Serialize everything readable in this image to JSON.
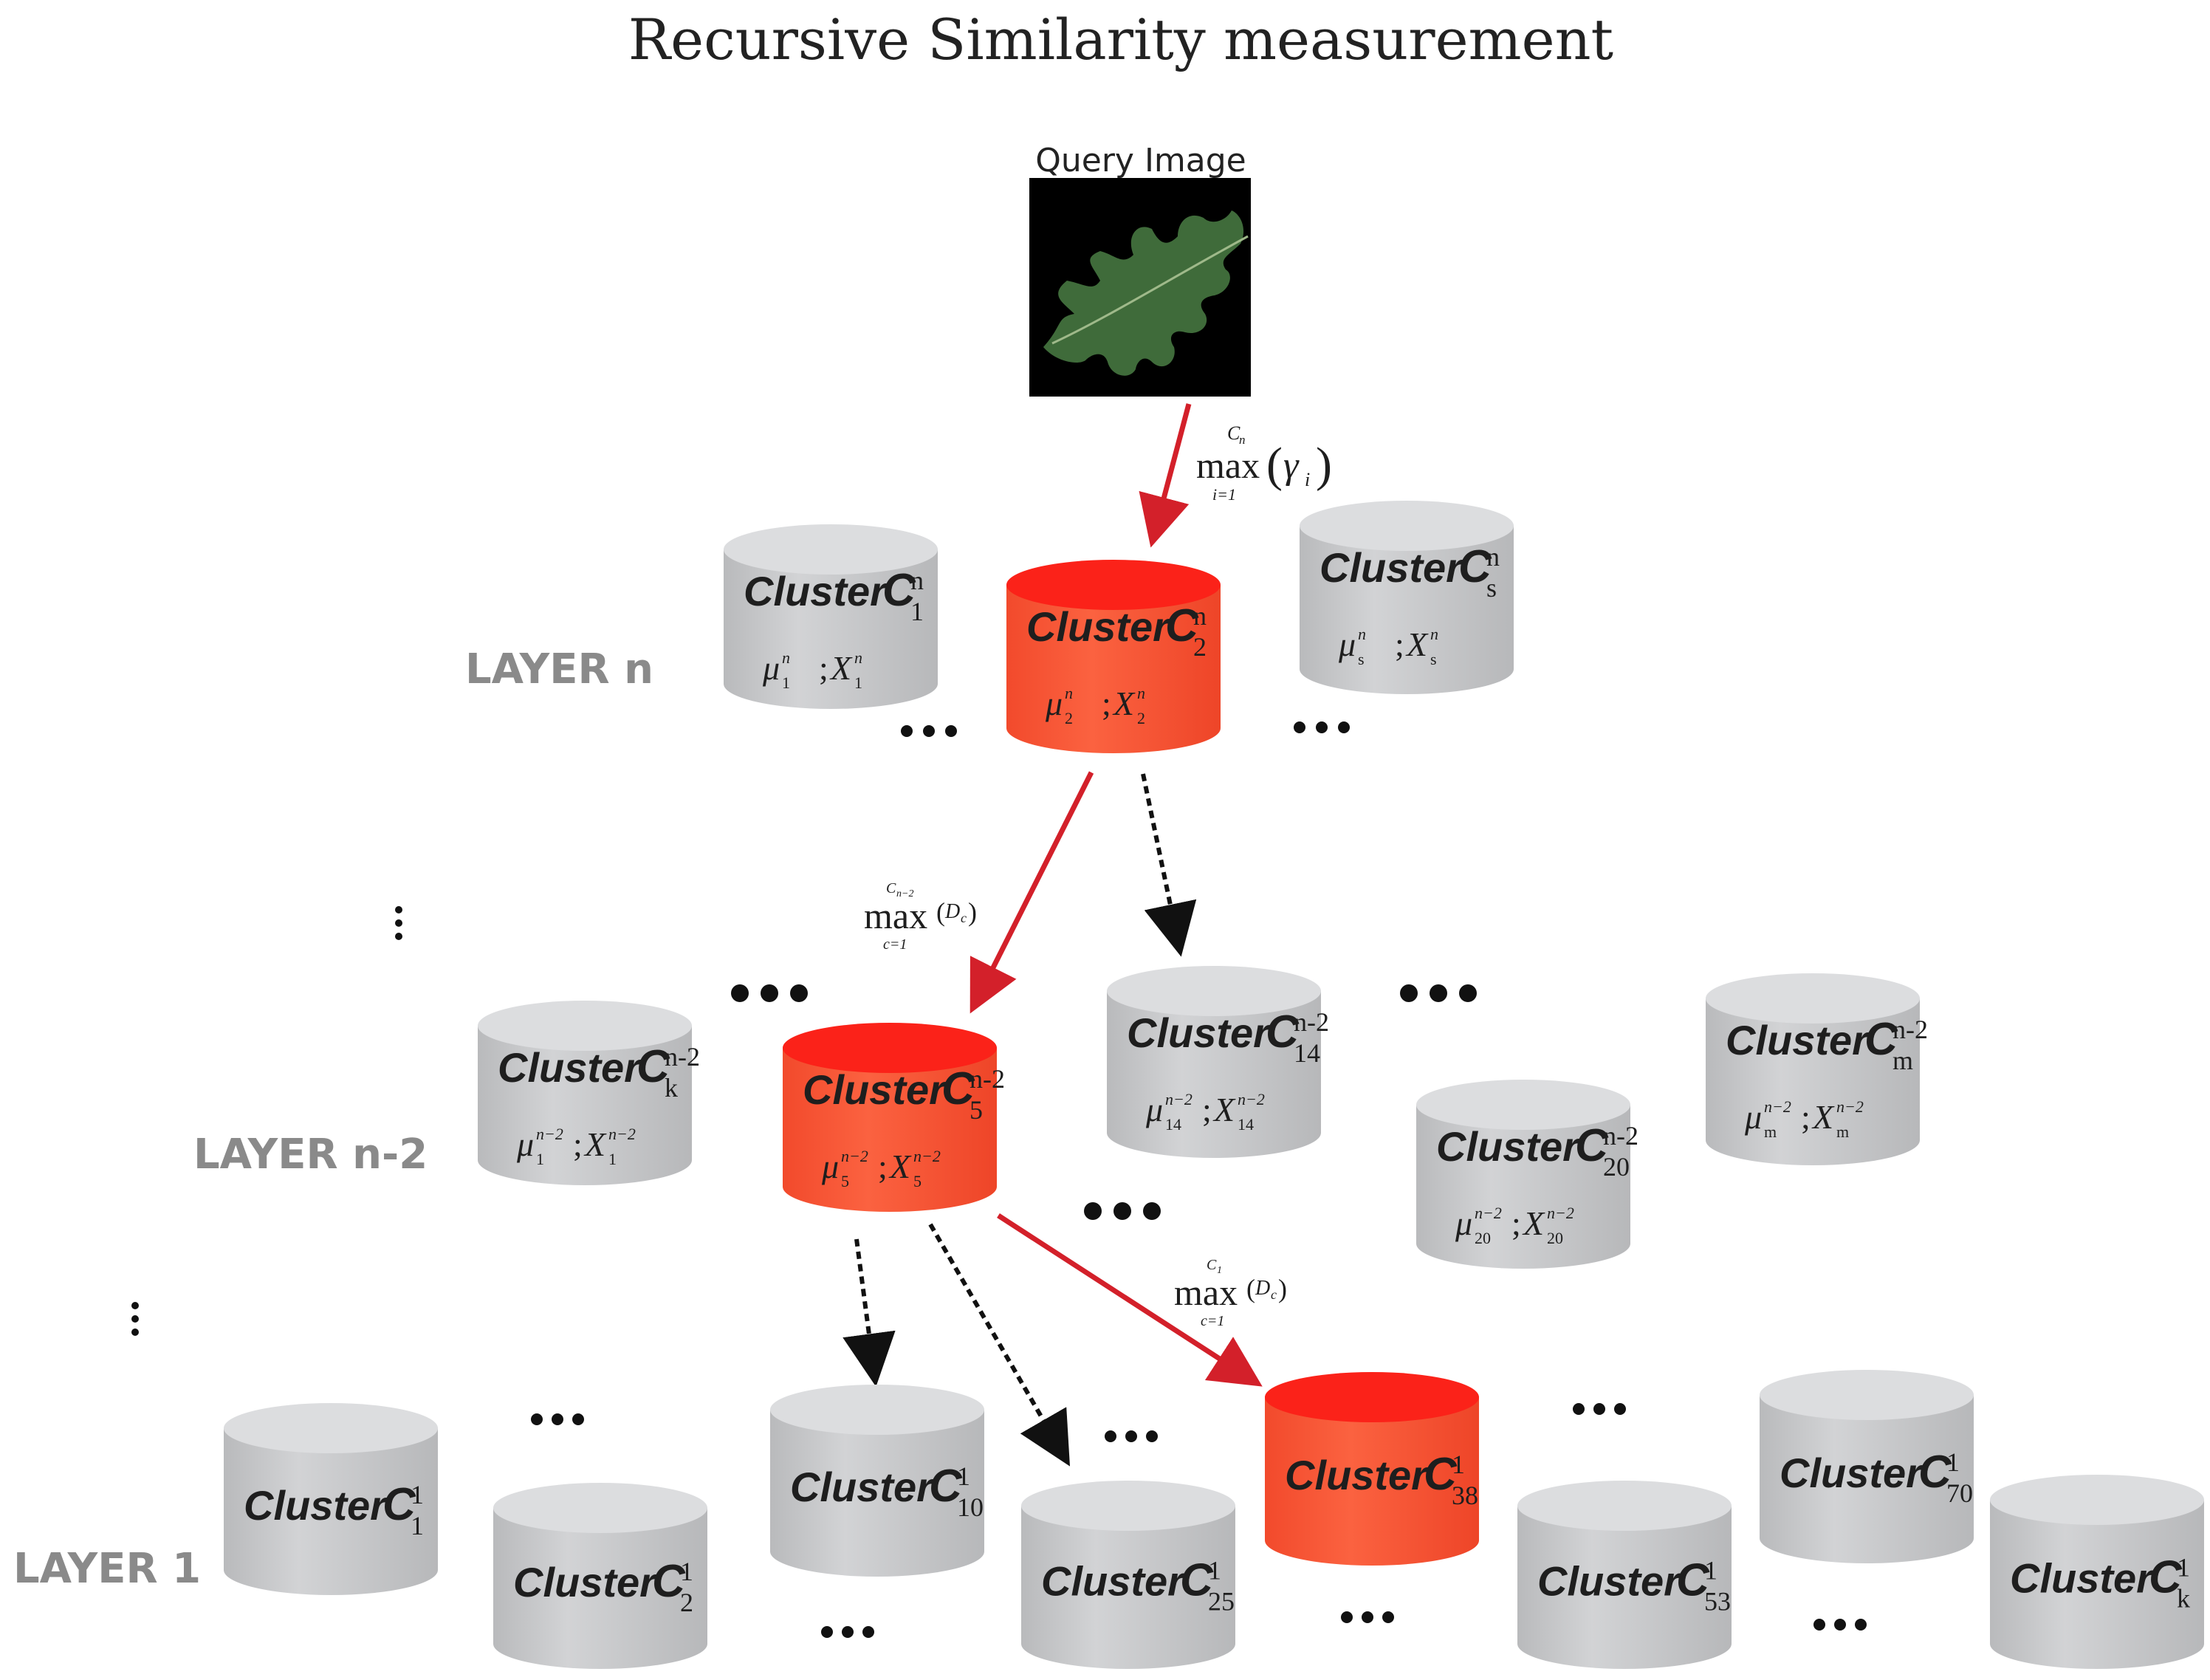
{
  "title": "Recursive Similarity measurement",
  "query_image": {
    "label": "Query Image"
  },
  "layers": {
    "n": "LAYER n",
    "n_minus_2": "LAYER n-2",
    "one": "LAYER 1"
  },
  "cluster_word": "Cluster",
  "clusters": {
    "n_1": {
      "sup": "n",
      "sub": "1",
      "mu": "μ",
      "mu_sup": "n",
      "mu_sub": "1",
      "x": "X",
      "x_sup": "n",
      "x_sub": "1"
    },
    "n_2": {
      "sup": "n",
      "sub": "2",
      "mu": "μ",
      "mu_sup": "n",
      "mu_sub": "2",
      "x": "X",
      "x_sup": "n",
      "x_sub": "2"
    },
    "n_s": {
      "sup": "n",
      "sub": "s",
      "mu": "μ",
      "mu_sup": "n",
      "mu_sub": "s",
      "x": "X",
      "x_sup": "n",
      "x_sub": "s"
    },
    "m2_k": {
      "sup": "n-2",
      "sub": "k",
      "mu": "μ",
      "mu_sup": "n−2",
      "mu_sub": "1",
      "x": "X",
      "x_sup": "n−2",
      "x_sub": "1"
    },
    "m2_5": {
      "sup": "n-2",
      "sub": "5",
      "mu": "μ",
      "mu_sup": "n−2",
      "mu_sub": "5",
      "x": "X",
      "x_sup": "n−2",
      "x_sub": "5"
    },
    "m2_14": {
      "sup": "n-2",
      "sub": "14",
      "mu": "μ",
      "mu_sup": "n−2",
      "mu_sub": "14",
      "x": "X",
      "x_sup": "n−2",
      "x_sub": "14"
    },
    "m2_20": {
      "sup": "n-2",
      "sub": "20",
      "mu": "μ",
      "mu_sup": "n−2",
      "mu_sub": "20",
      "x": "X",
      "x_sup": "n−2",
      "x_sub": "20"
    },
    "m2_m": {
      "sup": "n-2",
      "sub": "m",
      "mu": "μ",
      "mu_sup": "n−2",
      "mu_sub": "m",
      "x": "X",
      "x_sup": "n−2",
      "x_sub": "m"
    },
    "l1_1": {
      "sup": "1",
      "sub": "1"
    },
    "l1_2": {
      "sup": "1",
      "sub": "2"
    },
    "l1_10": {
      "sup": "1",
      "sub": "10"
    },
    "l1_25": {
      "sup": "1",
      "sub": "25"
    },
    "l1_38": {
      "sup": "1",
      "sub": "38"
    },
    "l1_53": {
      "sup": "1",
      "sub": "53"
    },
    "l1_70": {
      "sup": "1",
      "sub": "70"
    },
    "l1_k": {
      "sup": "1",
      "sub": "k"
    }
  },
  "formulas": {
    "f1": {
      "max": "max",
      "upper": "C",
      "upper_sub": "n",
      "lower": "i=1",
      "arg_open": "(",
      "arg": "γ",
      "arg_sub": "i",
      "arg_close": ")"
    },
    "f2": {
      "max": "max",
      "upper": "C",
      "upper_sub": "n−2",
      "lower": "c=1",
      "arg_open": "(",
      "arg": "D",
      "arg_sub": "c",
      "arg_close": ")"
    },
    "f3": {
      "max": "max",
      "upper": "C",
      "upper_sub": "1",
      "lower": "c=1",
      "arg_open": "(",
      "arg": "D",
      "arg_sub": "c",
      "arg_close": ")"
    }
  },
  "ellipsis": "•••",
  "colors": {
    "gray_cylinder": "#c8c9cb",
    "gray_top": "#dcdddf",
    "red_cylinder": "#fa5635",
    "red_top": "#fb2219",
    "arrow_red": "#d3202a",
    "arrow_dotted": "#111111"
  }
}
